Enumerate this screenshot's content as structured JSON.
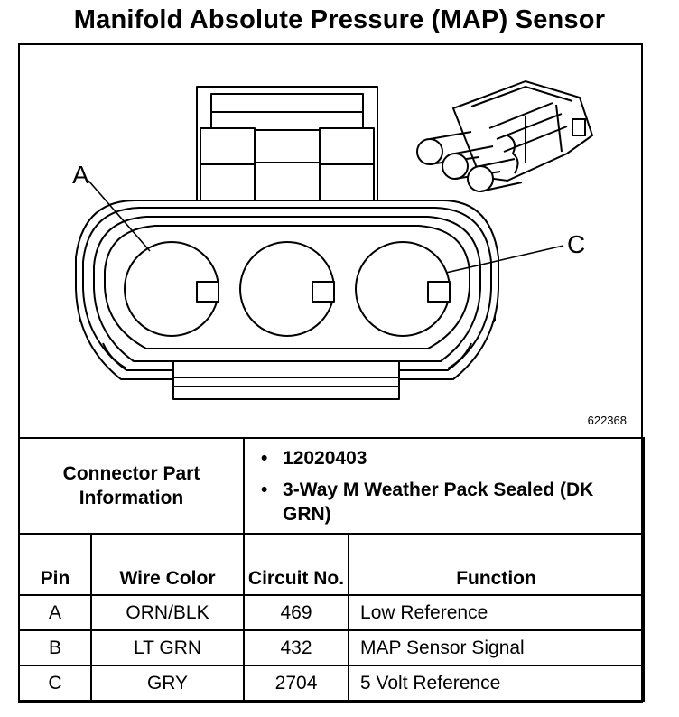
{
  "title": "Manifold Absolute Pressure (MAP) Sensor",
  "diagram": {
    "callout_a": "A",
    "callout_c": "C",
    "figure_number": "622368"
  },
  "connector": {
    "label": "Connector Part Information",
    "part_number": "12020403",
    "description": "3-Way M Weather Pack Sealed (DK GRN)"
  },
  "table": {
    "headers": {
      "pin": "Pin",
      "wire_color": "Wire Color",
      "circuit_no": "Circuit No.",
      "function": "Function"
    },
    "rows": [
      {
        "pin": "A",
        "wire_color": "ORN/BLK",
        "circuit": "469",
        "function": "Low Reference"
      },
      {
        "pin": "B",
        "wire_color": "LT GRN",
        "circuit": "432",
        "function": "MAP Sensor Signal"
      },
      {
        "pin": "C",
        "wire_color": "GRY",
        "circuit": "2704",
        "function": "5 Volt Reference"
      }
    ]
  }
}
